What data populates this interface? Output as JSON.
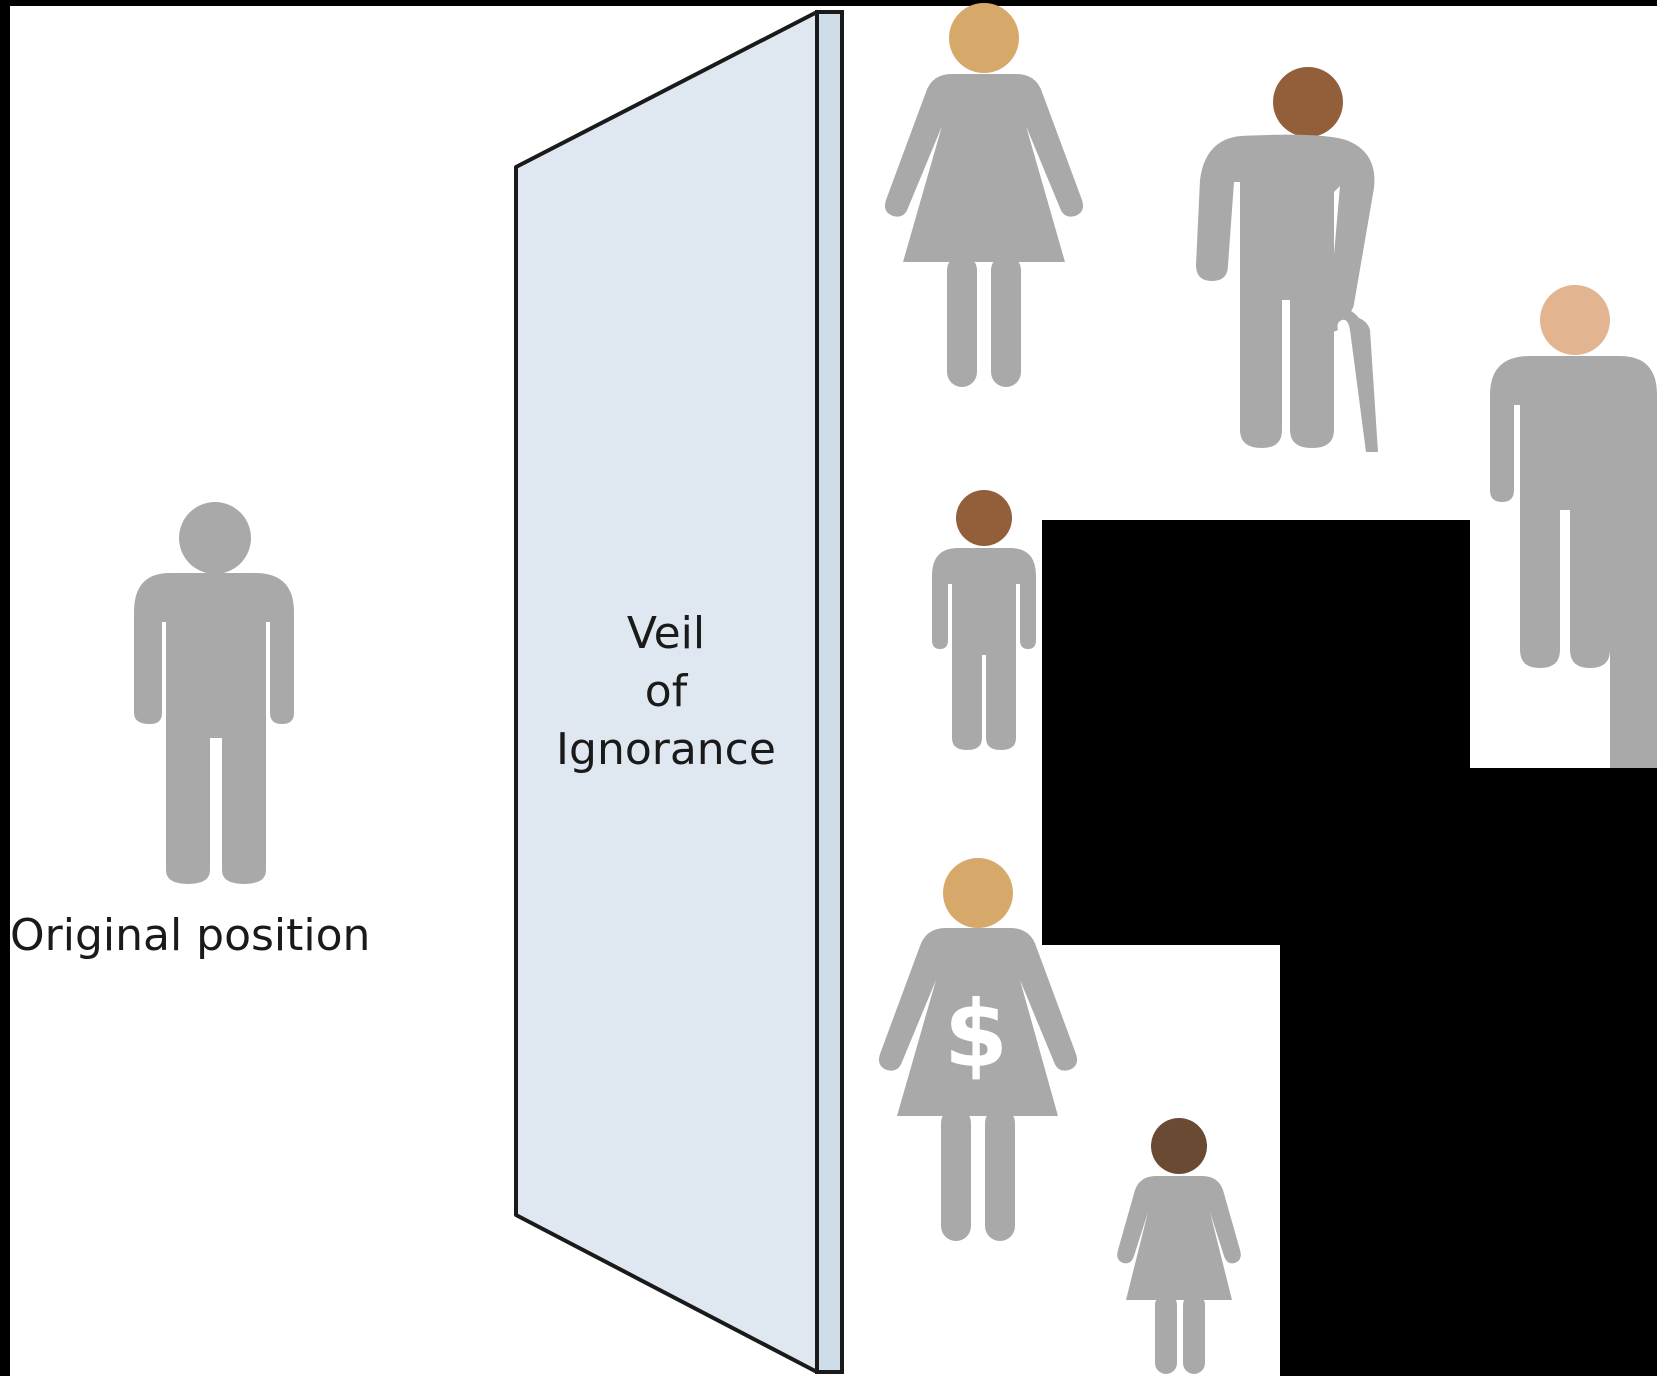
{
  "diagram": {
    "veil_label": [
      "Veil",
      "of",
      "Ignorance"
    ],
    "original_position_label": "Original position"
  },
  "colors": {
    "frame": "#000000",
    "background": "#ffffff",
    "figure_gray": "#a9a9a9",
    "veil_fill": "#dfe8f0",
    "veil_edge_fill": "#cfdde9",
    "veil_stroke": "#1a1a1a",
    "skin_tan": "#d6a96b",
    "skin_brown": "#925f3a",
    "skin_light": "#e2b48f",
    "skin_dark": "#6a4a33",
    "dollar_sign": "#ffffff"
  },
  "people": [
    {
      "id": "original-position-person",
      "kind": "man",
      "head_color": "figure_gray"
    },
    {
      "id": "woman",
      "kind": "woman",
      "head_color": "skin_tan"
    },
    {
      "id": "elderly-man-with-cane",
      "kind": "elderly-man",
      "head_color": "skin_brown"
    },
    {
      "id": "man",
      "kind": "man",
      "head_color": "skin_light"
    },
    {
      "id": "child-boy",
      "kind": "child-boy",
      "head_color": "skin_brown"
    },
    {
      "id": "wealthy-woman",
      "kind": "woman",
      "head_color": "skin_tan",
      "symbol": "$"
    },
    {
      "id": "child-girl",
      "kind": "child-girl",
      "head_color": "skin_dark"
    }
  ]
}
